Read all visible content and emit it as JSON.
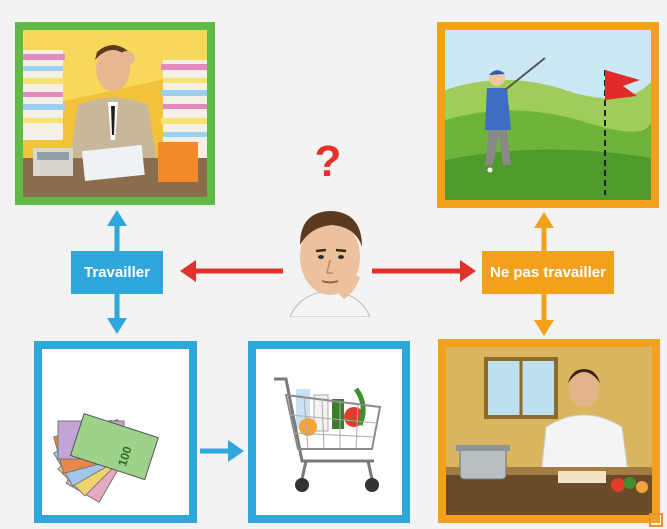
{
  "labels": {
    "work": "Travailler",
    "not_work": "Ne pas travailler",
    "question": "?"
  },
  "banknote_value": "100",
  "colors": {
    "work_top_border": "#5fbb46",
    "blue": "#2ea7df",
    "orange": "#f3a01d",
    "red_arrow": "#e2322b",
    "background": "#f3f3f3"
  },
  "icons": [
    "office-worker-illustration",
    "golfer-illustration",
    "thinking-man-illustration",
    "euro-banknotes-illustration",
    "shopping-cart-illustration",
    "man-cooking-illustration"
  ]
}
